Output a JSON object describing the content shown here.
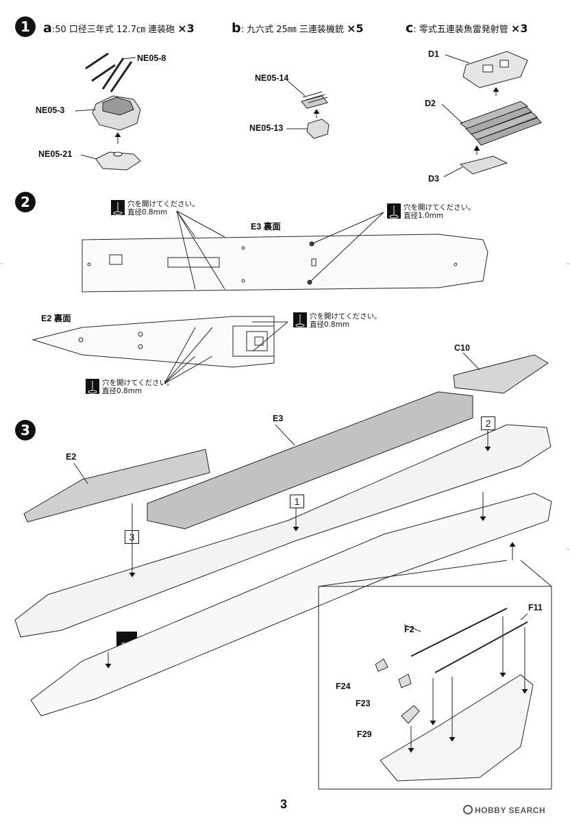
{
  "steps": {
    "s1": "1",
    "s2": "2",
    "s3": "3"
  },
  "step1": {
    "a": {
      "letter": "a",
      "text": ":50 口径三年式 12.7㎝ 連装砲",
      "mult": "×3"
    },
    "b": {
      "letter": "b",
      "text": ": 九六式 25㎜ 三連装機銃",
      "mult": "×5"
    },
    "c": {
      "letter": "c",
      "text": ": 零式五連装魚雷発射管",
      "mult": "×3"
    },
    "parts": {
      "ne05_8": "NE05-8",
      "ne05_3": "NE05-3",
      "ne05_21": "NE05-21",
      "ne05_14": "NE05-14",
      "ne05_13": "NE05-13",
      "d1": "D1",
      "d2": "D2",
      "d3": "D3"
    }
  },
  "step2": {
    "e3_label": "E3 裏面",
    "e2_label": "E2 裏面",
    "drill_08": {
      "line1": "穴を開けてください。",
      "line2": "直径0.8mm"
    },
    "drill_10": {
      "line1": "穴を開けてください。",
      "line2": "直径1.0mm"
    }
  },
  "step3": {
    "e2": "E2",
    "e3": "E3",
    "c10": "C10",
    "f2": "F2",
    "f11": "F11",
    "f24": "F24",
    "f23": "F23",
    "f29": "F29",
    "box1": "1",
    "box2": "2",
    "box3": "3",
    "op": "OP"
  },
  "footer": {
    "page": "3",
    "watermark": "HOBBY SEARCH"
  },
  "icons": [
    "drill-icon",
    "optional-part-icon",
    "hobby-search-logo-icon"
  ]
}
